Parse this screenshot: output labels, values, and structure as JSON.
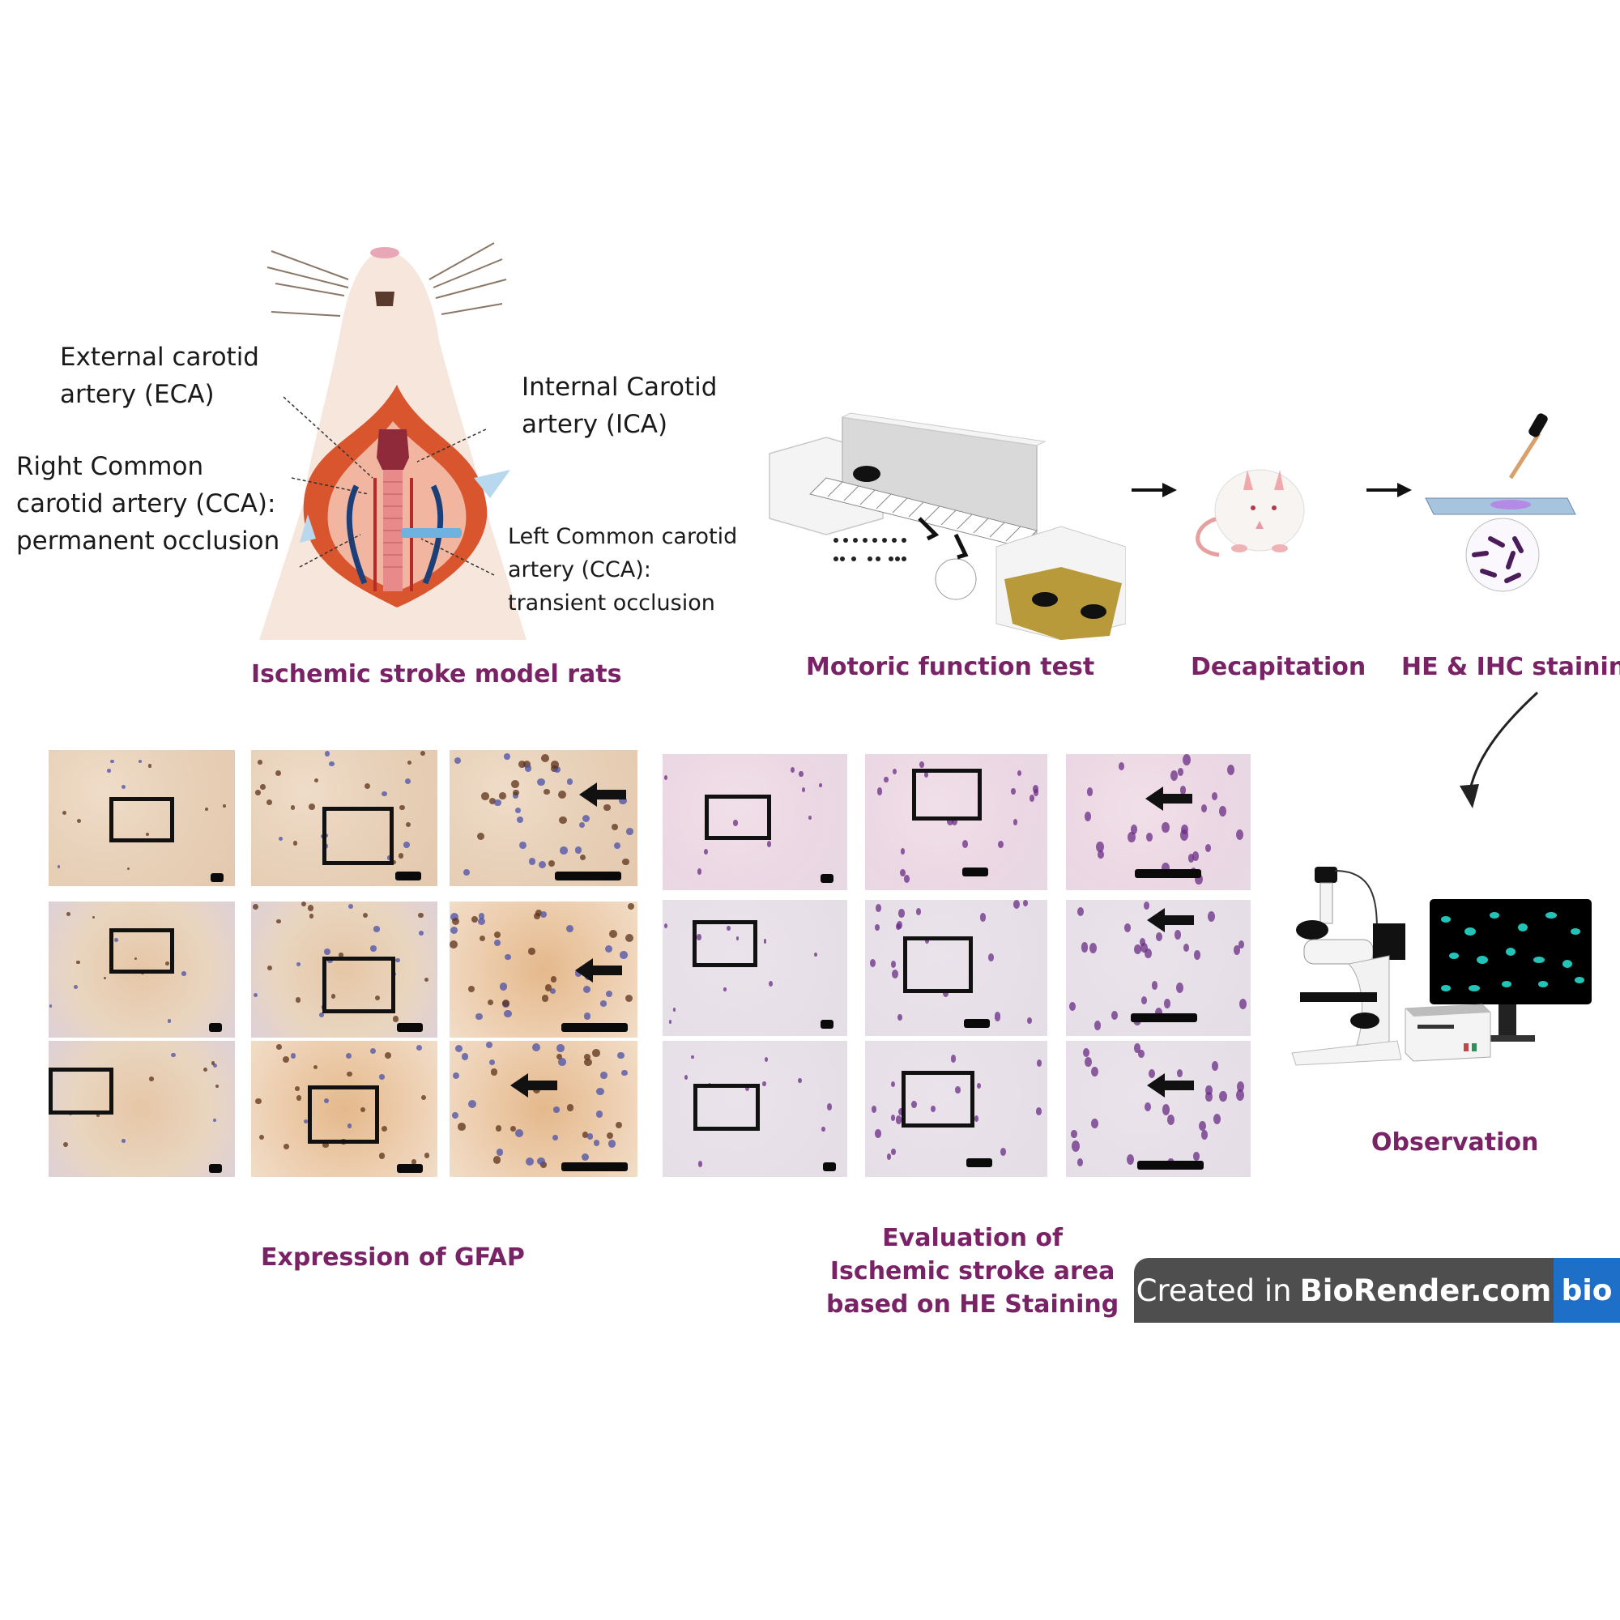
{
  "figure": {
    "stages": {
      "model": {
        "caption": "Ischemic stroke model rats",
        "annotations": {
          "eca": [
            "External carotid",
            "artery (ECA)"
          ],
          "ica": [
            "Internal Carotid",
            "artery (ICA)"
          ],
          "rcca": [
            "Right Common",
            "carotid artery (CCA):",
            "permanent occlusion"
          ],
          "lcca": [
            "Left Common carotid",
            "artery (CCA):",
            "transient occlusion"
          ]
        }
      },
      "motoric": {
        "caption": "Motoric function test"
      },
      "decapitation": {
        "caption": "Decapitation"
      },
      "staining": {
        "caption": "HE & IHC staining"
      },
      "observation": {
        "caption": "Observation"
      }
    },
    "results": {
      "gfap": {
        "caption": "Expression of GFAP",
        "rows": 3,
        "cols": 3
      },
      "he": {
        "caption_lines": [
          "Evaluation of",
          "Ischemic stroke area",
          "based on HE Staining"
        ],
        "rows": 3,
        "cols": 3
      }
    },
    "colors": {
      "caption": "#7a2266",
      "badge_dark": "#4e4e4e",
      "badge_blue": "#1e6fc8"
    }
  },
  "badge": {
    "prefix": "Created in",
    "brand": "BioRender.com",
    "logo": "bio"
  }
}
